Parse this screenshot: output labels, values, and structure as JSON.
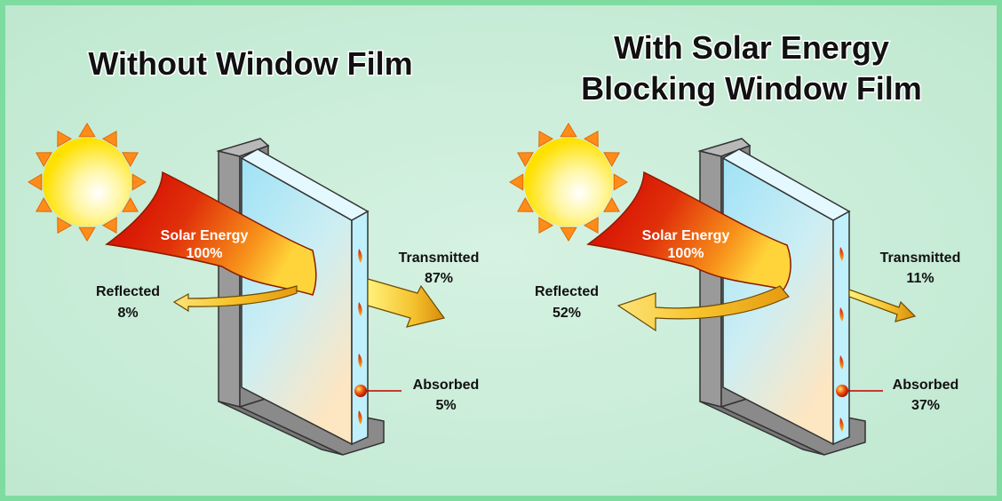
{
  "panels": {
    "left": {
      "title": "Without Window Film",
      "solar": {
        "label": "Solar Energy",
        "value": "100%"
      },
      "reflected": {
        "label": "Reflected",
        "value": "8%"
      },
      "transmitted": {
        "label": "Transmitted",
        "value": "87%"
      },
      "absorbed": {
        "label": "Absorbed",
        "value": "5%"
      }
    },
    "right": {
      "title_line1": "With Solar Energy",
      "title_line2": "Blocking Window Film",
      "solar": {
        "label": "Solar Energy",
        "value": "100%"
      },
      "reflected": {
        "label": "Reflected",
        "value": "52%"
      },
      "transmitted": {
        "label": "Transmitted",
        "value": "11%"
      },
      "absorbed": {
        "label": "Absorbed",
        "value": "37%"
      }
    }
  },
  "colors": {
    "background": "#c9ecd7",
    "border": "#7fdca0",
    "sun_core": "#ffe600",
    "sun_rays": "#ff8c1a",
    "energy_red": "#d40000",
    "energy_orange": "#ff9a1a",
    "glass": "#a9e6f5",
    "frame": "#7a7a7a"
  }
}
